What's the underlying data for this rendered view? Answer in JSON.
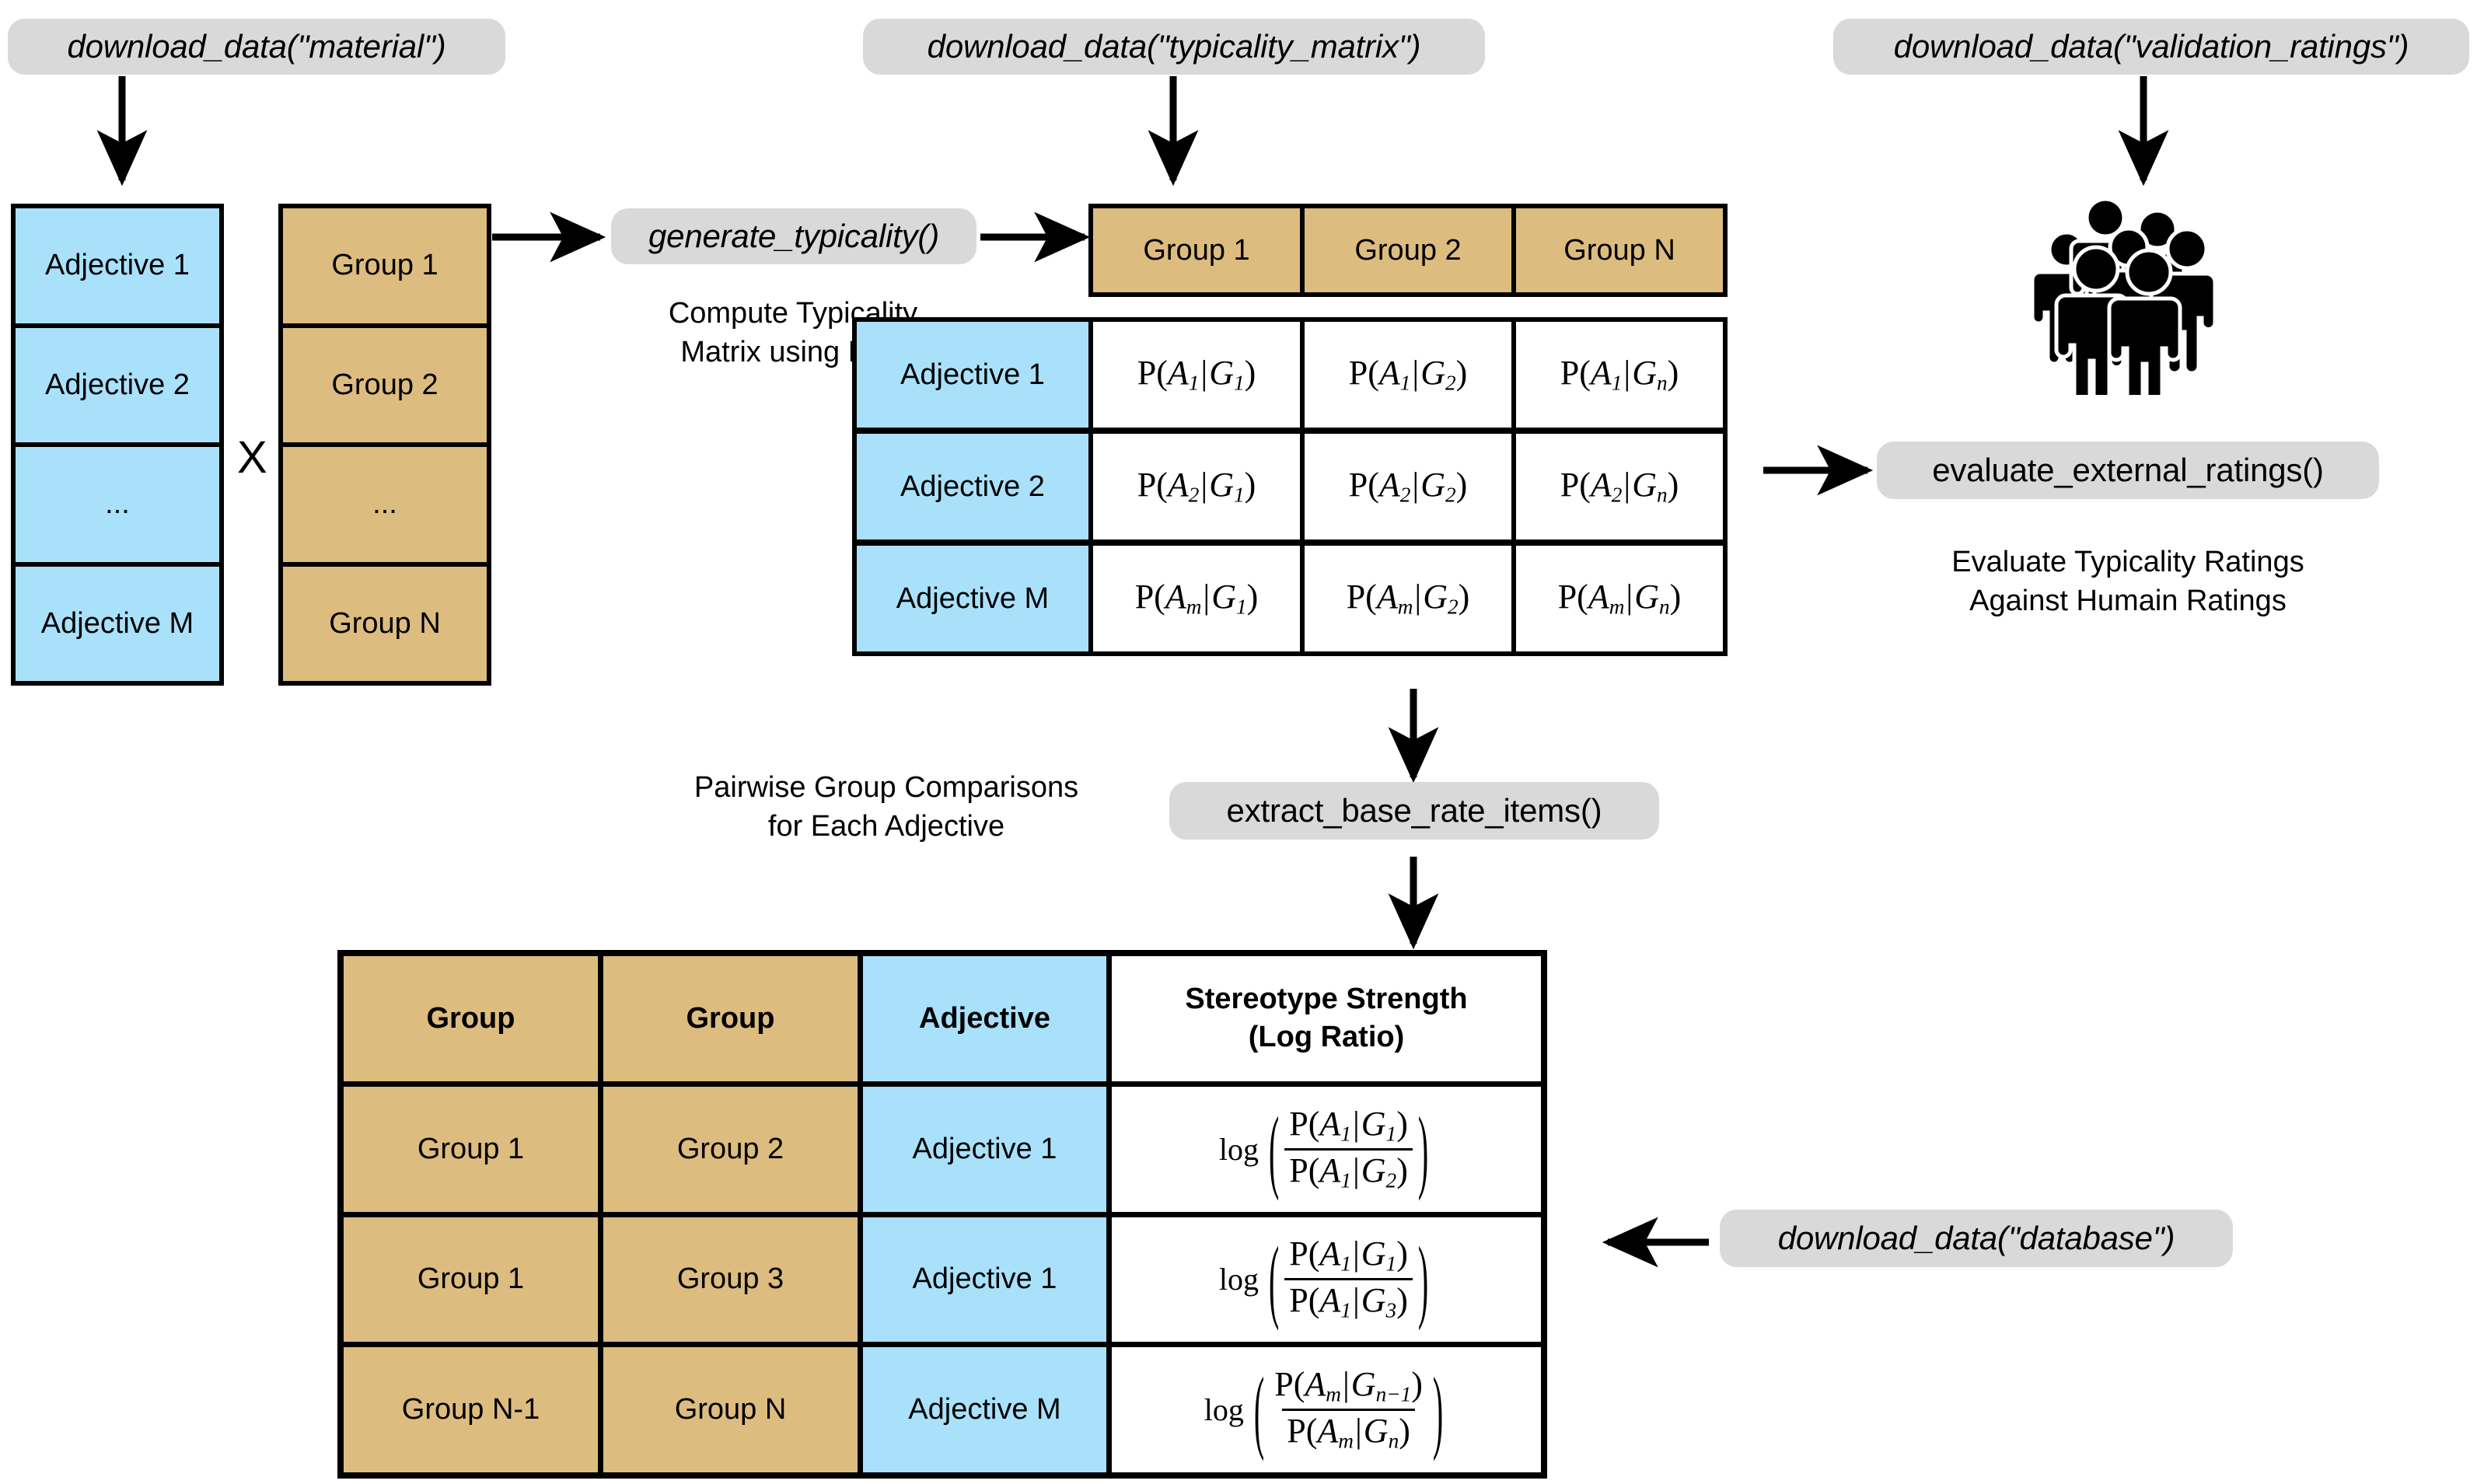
{
  "pills": {
    "material": "download_data(\"material\")",
    "typicality_matrix": "download_data(\"typicality_matrix\")",
    "validation_ratings": "download_data(\"validation_ratings\")",
    "generate_typicality": "generate_typicality()",
    "evaluate_external_ratings": "evaluate_external_ratings()",
    "extract_base_rate_items": "extract_base_rate_items()",
    "database": "download_data(\"database\")"
  },
  "captions": {
    "compute_typicality": "Compute Typicality\nMatrix using LLM",
    "evaluate_ratings": "Evaluate Typicality Ratings\nAgainst Humain Ratings",
    "pairwise": "Pairwise Group Comparisons\nfor Each Adjective"
  },
  "operator": {
    "cross": "X"
  },
  "adjective_stack": {
    "items": [
      "Adjective 1",
      "Adjective 2",
      "...",
      "Adjective M"
    ]
  },
  "group_stack": {
    "items": [
      "Group 1",
      "Group 2",
      "...",
      "Group N"
    ]
  },
  "matrix": {
    "column_headers": [
      "Group 1",
      "Group 2",
      "Group N"
    ],
    "row_headers": [
      "Adjective 1",
      "Adjective 2",
      "Adjective M"
    ],
    "cells": [
      [
        {
          "adj": "A",
          "adj_sub": "1",
          "grp": "G",
          "grp_sub": "1"
        },
        {
          "adj": "A",
          "adj_sub": "1",
          "grp": "G",
          "grp_sub": "2"
        },
        {
          "adj": "A",
          "adj_sub": "1",
          "grp": "G",
          "grp_sub": "n"
        }
      ],
      [
        {
          "adj": "A",
          "adj_sub": "2",
          "grp": "G",
          "grp_sub": "1"
        },
        {
          "adj": "A",
          "adj_sub": "2",
          "grp": "G",
          "grp_sub": "2"
        },
        {
          "adj": "A",
          "adj_sub": "2",
          "grp": "G",
          "grp_sub": "n"
        }
      ],
      [
        {
          "adj": "A",
          "adj_sub": "m",
          "grp": "G",
          "grp_sub": "1"
        },
        {
          "adj": "A",
          "adj_sub": "m",
          "grp": "G",
          "grp_sub": "2"
        },
        {
          "adj": "A",
          "adj_sub": "m",
          "grp": "G",
          "grp_sub": "n"
        }
      ]
    ]
  },
  "base_rate_table": {
    "headers": [
      "Group",
      "Group",
      "Adjective",
      "Stereotype Strength\n(Log Ratio)"
    ],
    "rows": [
      {
        "group_a": "Group 1",
        "group_b": "Group 2",
        "adjective": "Adjective 1",
        "formula": {
          "op": "log",
          "num": {
            "adj": "A",
            "adj_sub": "1",
            "grp": "G",
            "grp_sub": "1"
          },
          "den": {
            "adj": "A",
            "adj_sub": "1",
            "grp": "G",
            "grp_sub": "2"
          }
        }
      },
      {
        "group_a": "Group 1",
        "group_b": "Group 3",
        "adjective": "Adjective 1",
        "formula": {
          "op": "log",
          "num": {
            "adj": "A",
            "adj_sub": "1",
            "grp": "G",
            "grp_sub": "1"
          },
          "den": {
            "adj": "A",
            "adj_sub": "1",
            "grp": "G",
            "grp_sub": "3"
          }
        }
      },
      {
        "group_a": "Group N-1",
        "group_b": "Group N",
        "adjective": "Adjective M",
        "formula": {
          "op": "log",
          "num": {
            "adj": "A",
            "adj_sub": "m",
            "grp": "G",
            "grp_sub": "n-1"
          },
          "den": {
            "adj": "A",
            "adj_sub": "m",
            "grp": "G",
            "grp_sub": "n"
          }
        }
      }
    ]
  },
  "icons": {
    "crowd": "crowd-of-people-icon"
  },
  "colors": {
    "blue": "#a9e1fb",
    "tan": "#ddbc7f",
    "pill_gray": "#d9d9d9",
    "stroke": "#000000",
    "background": "#ffffff"
  }
}
